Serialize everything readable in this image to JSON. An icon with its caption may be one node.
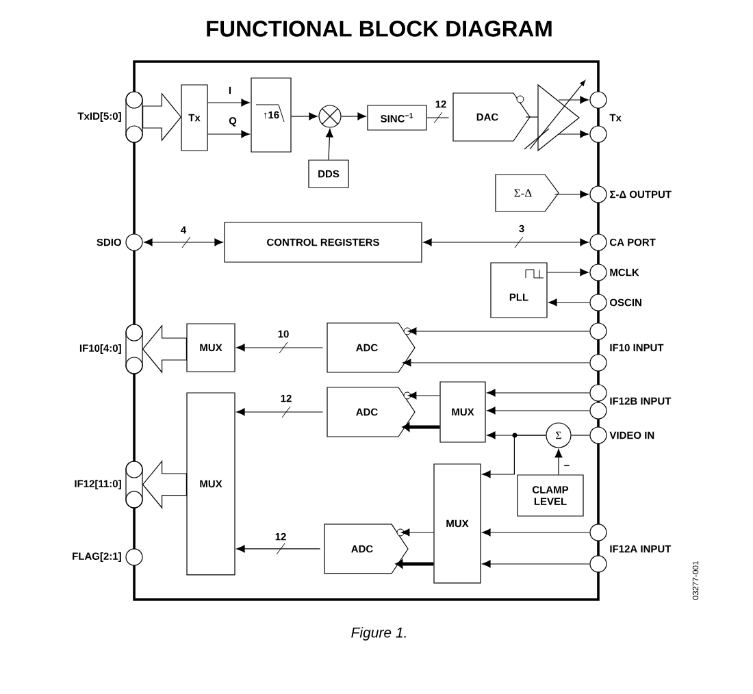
{
  "diagram": {
    "title": "FUNCTIONAL BLOCK DIAGRAM",
    "caption": "Figure 1.",
    "nodes": [
      {
        "text": [],
        "shape": "box"
      },
      {
        "text": [
          "Tx"
        ],
        "in": 0
      },
      {
        "text": [
          "↑16"
        ],
        "in": 0
      },
      {
        "text": [],
        "shape": "circle",
        "in": 0
      },
      {
        "text": [
          "DDS"
        ],
        "in": 0
      },
      {
        "text": [
          "SINC$^{−1}$"
        ],
        "in": 0
      },
      {
        "text": [
          "DAC"
        ],
        "in": 0
      },
      {
        "text": [],
        "shape": "triangle",
        "in": 0
      },
      {
        "text": [
          "Σ-Δ"
        ],
        "in": 0
      },
      {
        "text": [
          "CONTROL REGISTERS"
        ],
        "in": 0
      },
      {
        "text": [
          "PLL"
        ],
        "in": 0
      },
      {
        "text": [
          "MUX"
        ],
        "in": 0
      },
      {
        "text": [
          "ADC"
        ],
        "in": 0
      },
      {
        "text": [
          "MUX"
        ],
        "in": 0
      },
      {
        "text": [
          "ADC"
        ],
        "in": 0
      },
      {
        "text": [
          "MUX"
        ],
        "in": 0
      },
      {
        "text": [
          "Σ"
        ],
        "in": 0
      },
      {
        "text": [
          "CLAMP LEVEL"
        ],
        "in": 0
      },
      {
        "text": [
          "MUX"
        ],
        "in": 0
      },
      {
        "text": [
          "ADC"
        ],
        "in": 0
      },
      {
        "text": [],
        "shape": "capsule",
        "beside": [
          "TxID[5:0]"
        ]
      },
      {
        "text": [],
        "shape": "circle",
        "beside": [
          "SDIO"
        ]
      },
      {
        "text": [],
        "shape": "capsule",
        "beside": [
          "IF10[4:0]"
        ]
      },
      {
        "text": [],
        "shape": "capsule",
        "beside": [
          "IF12[11:0]"
        ]
      },
      {
        "text": [],
        "shape": "circle",
        "beside": [
          "FLAG[2:1]"
        ]
      },
      {
        "text": [],
        "shape": "circle",
        "beside": [
          "Tx"
        ]
      },
      {
        "text": [],
        "shape": "circle"
      },
      {
        "text": [],
        "shape": "circle",
        "beside": [
          "Σ-Δ OUTPUT"
        ]
      },
      {
        "text": [],
        "shape": "circle",
        "beside": [
          "CA PORT"
        ]
      },
      {
        "text": [],
        "shape": "circle",
        "beside": [
          "MCLK"
        ]
      },
      {
        "text": [],
        "shape": "circle",
        "beside": [
          "OSCIN"
        ]
      },
      {
        "text": [],
        "shape": "circle",
        "beside": [
          "IF10 INPUT"
        ]
      },
      {
        "text": [],
        "shape": "circle"
      },
      {
        "text": [],
        "shape": "circle",
        "beside": [
          "IF12B INPUT"
        ]
      },
      {
        "text": [],
        "shape": "circle"
      },
      {
        "text": [],
        "shape": "circle",
        "beside": [
          "VIDEO IN"
        ]
      },
      {
        "text": [],
        "shape": "circle",
        "beside": [
          "IF12A INPUT"
        ]
      },
      {
        "text": [],
        "shape": "circle"
      }
    ],
    "edges": [
      {
        "from": 20,
        "to": 1,
        "arrow": "to"
      },
      {
        "from": 1,
        "to": 2,
        "arrow": "to",
        "label": "I"
      },
      {
        "from": 1,
        "to": 2,
        "arrow": "to",
        "label": "Q"
      },
      {
        "from": 2,
        "to": 3,
        "arrow": "to"
      },
      {
        "from": 4,
        "to": 3,
        "arrow": "to"
      },
      {
        "from": 3,
        "to": 5,
        "arrow": "to"
      },
      {
        "from": 5,
        "to": 6,
        "arrow": "none",
        "label": "12"
      },
      {
        "from": 6,
        "to": 7,
        "arrow": "none"
      },
      {
        "from": 7,
        "to": 25,
        "arrow": "to"
      },
      {
        "from": 7,
        "to": 26,
        "arrow": "to"
      },
      {
        "from": 8,
        "to": 27,
        "arrow": "to"
      },
      {
        "from": 21,
        "to": 9,
        "arrow": "both",
        "label": "4"
      },
      {
        "from": 9,
        "to": 28,
        "arrow": "both",
        "label": "3"
      },
      {
        "from": 10,
        "to": 29,
        "arrow": "to"
      },
      {
        "from": 30,
        "to": 10,
        "arrow": "to"
      },
      {
        "from": 31,
        "to": 12,
        "arrow": "to"
      },
      {
        "from": 32,
        "to": 12,
        "arrow": "to"
      },
      {
        "from": 12,
        "to": 11,
        "arrow": "to",
        "label": "10"
      },
      {
        "from": 11,
        "to": 22,
        "arrow": "to"
      },
      {
        "from": 33,
        "to": 15,
        "arrow": "to"
      },
      {
        "from": 34,
        "to": 15,
        "arrow": "to"
      },
      {
        "from": 35,
        "to": 16,
        "arrow": "none"
      },
      {
        "from": 16,
        "to": 15,
        "arrow": "to"
      },
      {
        "from": 16,
        "to": 18,
        "arrow": "to"
      },
      {
        "from": 17,
        "to": 16,
        "arrow": "to"
      },
      {
        "from": 15,
        "to": 14,
        "arrow": "to"
      },
      {
        "from": 15,
        "to": 14,
        "arrow": "to",
        "style": "thick"
      },
      {
        "from": 14,
        "to": 13,
        "arrow": "to",
        "label": "12"
      },
      {
        "from": 13,
        "to": 23,
        "arrow": "to"
      },
      {
        "from": 36,
        "to": 18,
        "arrow": "to"
      },
      {
        "from": 37,
        "to": 18,
        "arrow": "to"
      },
      {
        "from": 18,
        "to": 19,
        "arrow": "to"
      },
      {
        "from": 18,
        "to": 19,
        "arrow": "to",
        "style": "thick"
      },
      {
        "from": 19,
        "to": 13,
        "arrow": "to",
        "label": "12"
      }
    ],
    "labels": [
      "–",
      "03277-001"
    ]
  }
}
